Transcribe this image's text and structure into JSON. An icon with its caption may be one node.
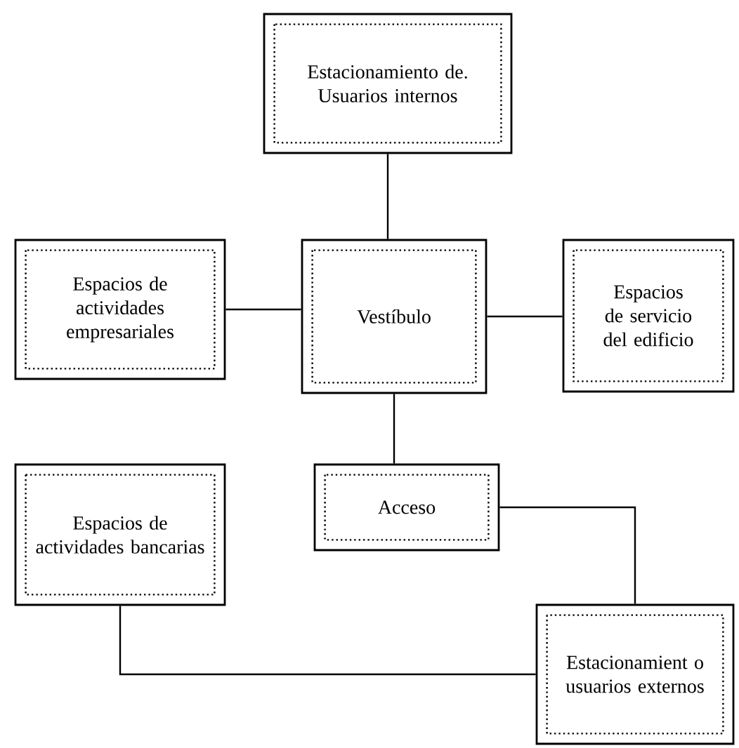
{
  "diagram": {
    "nodes": [
      {
        "text": [
          "Estacionamiento de. Usuarios internos"
        ]
      },
      {
        "text": [
          "Espacios de actividades empresariales"
        ]
      },
      {
        "text": [
          "Vestíbulo"
        ]
      },
      {
        "text": [
          "Espacios de servicio del edificio"
        ]
      },
      {
        "text": [
          "Espacios de actividades bancarias"
        ]
      },
      {
        "text": [
          "Acceso"
        ]
      },
      {
        "text": [
          "Estacionamient o usuarios externos"
        ]
      }
    ],
    "edges": [
      {
        "from": 0,
        "to": 2,
        "arrow": "none"
      },
      {
        "from": 1,
        "to": 2,
        "arrow": "none"
      },
      {
        "from": 2,
        "to": 3,
        "arrow": "none"
      },
      {
        "from": 2,
        "to": 5,
        "arrow": "none"
      },
      {
        "from": 5,
        "to": 6,
        "arrow": "none"
      },
      {
        "from": 4,
        "to": 6,
        "arrow": "none"
      }
    ]
  }
}
